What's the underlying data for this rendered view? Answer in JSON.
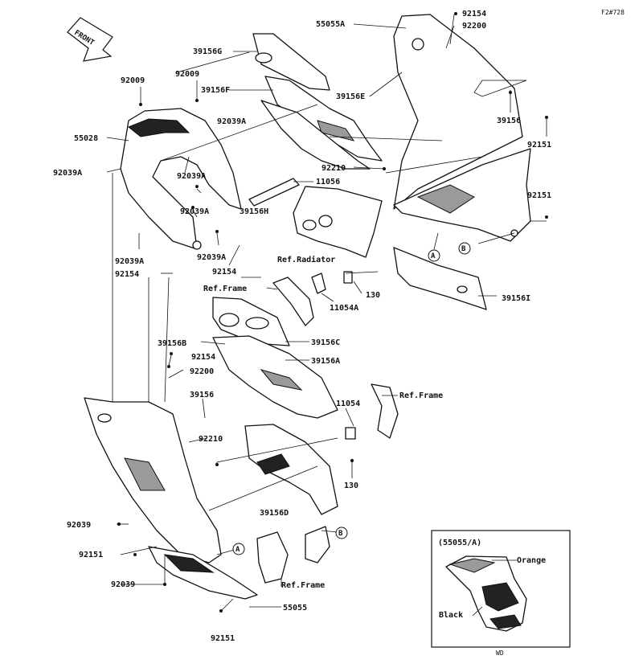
{
  "diagram_code": "F2#728",
  "front_tag": "FRONT",
  "parts": {
    "p_55055A": "55055A",
    "p_92154_top": "92154",
    "p_92200_top": "92200",
    "p_39156G": "39156G",
    "p_39156F": "39156F",
    "p_39156E": "39156E",
    "p_39156_right": "39156",
    "p_92151_r1": "92151",
    "p_92151_r2": "92151",
    "p_92009_a": "92009",
    "p_92009_b": "92009",
    "p_92039A_1": "92039A",
    "p_55028": "55028",
    "p_92039A_2": "92039A",
    "p_92039A_3": "92039A",
    "p_92039A_4": "92039A",
    "p_92210_top": "92210",
    "p_11056": "11056",
    "p_39156H": "39156H",
    "p_92039A_5": "92039A",
    "p_92039A_6": "92039A",
    "p_92154_mid": "92154",
    "p_92154_left": "92154",
    "p_130_top": "130",
    "p_11054A": "11054A",
    "p_39156I": "39156I",
    "p_39156B": "39156B",
    "p_39156C": "39156C",
    "p_92154_b": "92154",
    "p_39156A": "39156A",
    "p_92200_b": "92200",
    "p_39156_left": "39156",
    "p_11054": "11054",
    "p_92210_b": "92210",
    "p_130_b": "130",
    "p_39156D": "39156D",
    "p_92039_a": "92039",
    "p_92151_b1": "92151",
    "p_92039_b": "92039",
    "p_55055": "55055",
    "p_92151_b2": "92151"
  },
  "refs": {
    "ref_radiator": "Ref.Radiator",
    "ref_frame_1": "Ref.Frame",
    "ref_frame_2": "Ref.Frame",
    "ref_frame_3": "Ref.Frame"
  },
  "callouts": {
    "a_top": "A",
    "b_top": "B",
    "a_bottom": "A",
    "b_bottom": "B"
  },
  "inset": {
    "title": "(55055/A)",
    "orange": "Orange",
    "black": "Black",
    "footer": "WD"
  }
}
